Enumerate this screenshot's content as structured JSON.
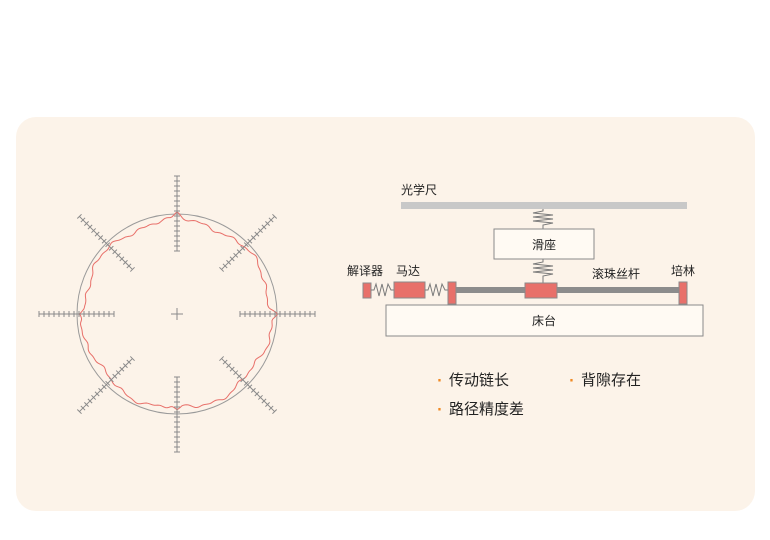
{
  "colors": {
    "panel_bg": "#fcf3e9",
    "rail": "#c8c8c8",
    "accent_block": "#e8706a",
    "outline": "#8a8a8a",
    "bullet_dot": "#f08a24",
    "trace": "#e8706a"
  },
  "diagram": {
    "labels": {
      "optical_scale": "光学尺",
      "slide_seat": "滑座",
      "resolver": "解译器",
      "motor": "马达",
      "ball_screw": "滚珠丝杆",
      "bearing_block": "培林",
      "bed": "床台"
    }
  },
  "bullets": [
    {
      "text": "传动链长"
    },
    {
      "text": "背隙存在"
    },
    {
      "text": "路径精度差"
    }
  ]
}
